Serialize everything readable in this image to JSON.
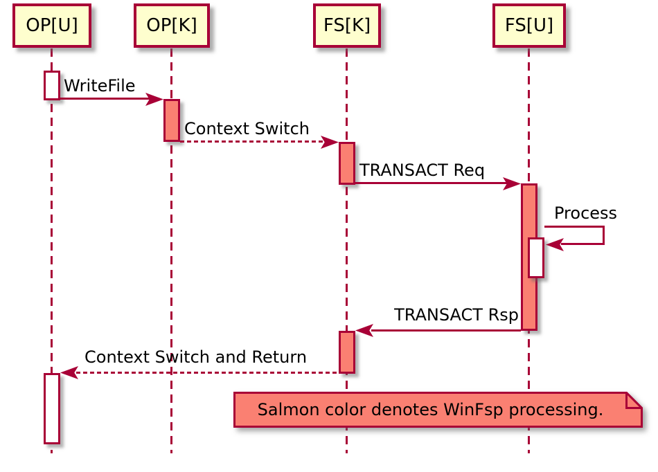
{
  "diagram": {
    "type": "uml-sequence-diagram",
    "participants": [
      {
        "id": "OPU",
        "label": "OP[U]"
      },
      {
        "id": "OPK",
        "label": "OP[K]"
      },
      {
        "id": "FSK",
        "label": "FS[K]"
      },
      {
        "id": "FSU",
        "label": "FS[U]"
      }
    ],
    "messages": [
      {
        "label": "WriteFile",
        "from": "OP[U]",
        "to": "OP[K]",
        "line": "solid",
        "direction": "right"
      },
      {
        "label": "Context Switch",
        "from": "OP[K]",
        "to": "FS[K]",
        "line": "dashed",
        "direction": "right"
      },
      {
        "label": "TRANSACT Req",
        "from": "FS[K]",
        "to": "FS[U]",
        "line": "solid",
        "direction": "right"
      },
      {
        "label": "Process",
        "from": "FS[U]",
        "to": "FS[U]",
        "line": "solid",
        "direction": "self"
      },
      {
        "label": "TRANSACT Rsp",
        "from": "FS[U]",
        "to": "FS[K]",
        "line": "solid",
        "direction": "left"
      },
      {
        "label": "Context Switch and Return",
        "from": "FS[K]",
        "to": "OP[U]",
        "line": "dashed",
        "direction": "left"
      }
    ],
    "activations": [
      {
        "on": "OP[U]",
        "fill": "white"
      },
      {
        "on": "OP[K]",
        "fill": "salmon"
      },
      {
        "on": "FS[K]",
        "fill": "salmon"
      },
      {
        "on": "FS[U]",
        "fill": "salmon"
      },
      {
        "on": "FS[U]",
        "fill": "white",
        "nested": true
      },
      {
        "on": "FS[K]",
        "fill": "salmon"
      },
      {
        "on": "OP[U]",
        "fill": "white"
      }
    ],
    "note": {
      "text": "Salmon color denotes WinFsp processing."
    },
    "colors": {
      "participant_fill": "#FEFECE",
      "line": "#A80036",
      "salmon": "#FA8072",
      "background": "#FFFFFF",
      "text": "#000000"
    }
  }
}
